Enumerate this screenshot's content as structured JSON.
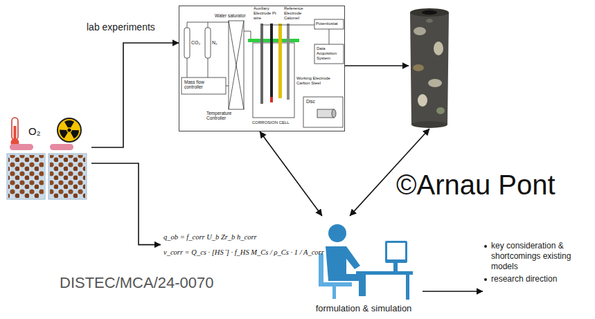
{
  "diagram": {
    "nodes": [
      {
        "text": [
          "O₂"
        ]
      },
      {
        "text": [
          "lab experiments"
        ]
      },
      {
        "text": []
      },
      {
        "text": [
          "q_ob = f_corr U_b Zr_b h_corr",
          "v_corr = Q_cs · [HS⁻] · f_HS M_Cs / ρ_Cs · 1 / A_corr"
        ]
      },
      {
        "text": [
          "formulation & simulation"
        ]
      },
      {
        "text": [
          "key consideration & shortcomings existing models",
          "research direction"
        ]
      }
    ],
    "edges": [
      {
        "from": 0,
        "to": 1,
        "arrow": "to"
      },
      {
        "from": 0,
        "to": 3,
        "arrow": "to"
      },
      {
        "from": 1,
        "to": 2,
        "arrow": "to"
      },
      {
        "from": 1,
        "to": 4,
        "arrow": "both"
      },
      {
        "from": 2,
        "to": 4,
        "arrow": "both"
      },
      {
        "from": 4,
        "to": 5,
        "arrow": "to"
      }
    ],
    "labels": [
      "©Arnau Pont",
      "DISTEC/MCA/24-0070",
      "CO₂",
      "N₂",
      "Mass flow controller",
      "Water saturator",
      "Temperature Controller",
      "Auxiliary Electrode Pt wire",
      "Reference Electrode Calomel",
      "Potentiostat",
      "Data Acquisition System",
      "Working Electrode Carbon Steel",
      "Disc",
      "CORROSION CELL"
    ]
  }
}
